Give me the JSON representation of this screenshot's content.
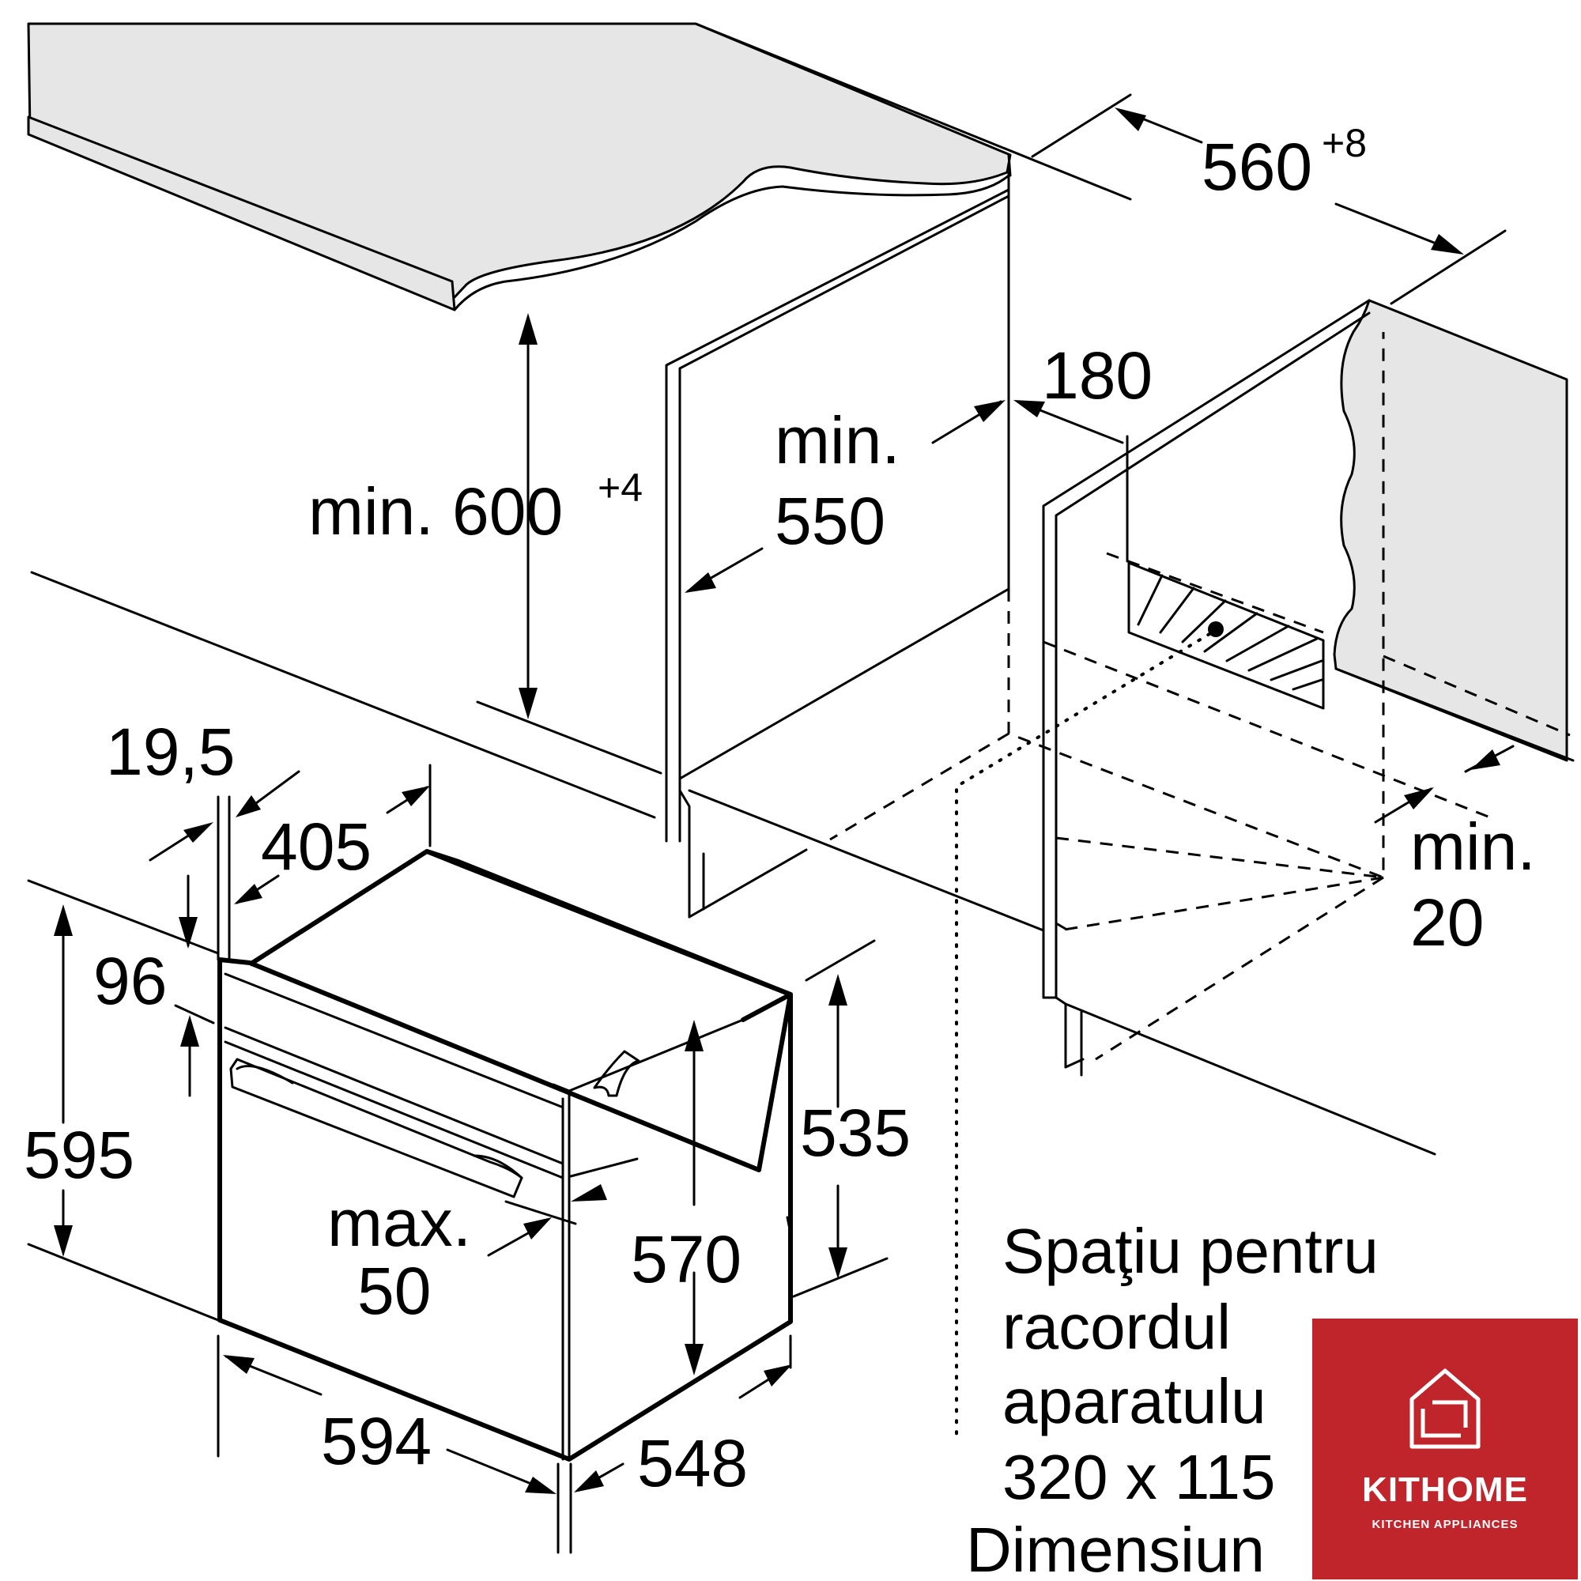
{
  "dimensions": {
    "d560": "560",
    "d560_tol": "+8",
    "d180": "180",
    "min550_a": "min.",
    "min550_b": "550",
    "min600": "min. 600",
    "min600_tol": "+4",
    "d19_5": "19,5",
    "d405": "405",
    "d96": "96",
    "d595": "595",
    "d535": "535",
    "d570": "570",
    "max50_a": "max.",
    "max50_b": "50",
    "d594": "594",
    "d548": "548",
    "min20_a": "min.",
    "min20_b": "20"
  },
  "note": {
    "line1": "Spaţiu pentru",
    "line2": "racordul",
    "line3": "aparatulu",
    "line4": "320 x 115",
    "line5": "Dimensiun"
  },
  "logo": {
    "name": "KITHOME",
    "tagline": "KITCHEN APPLIANCES",
    "background": "#c0252b"
  }
}
